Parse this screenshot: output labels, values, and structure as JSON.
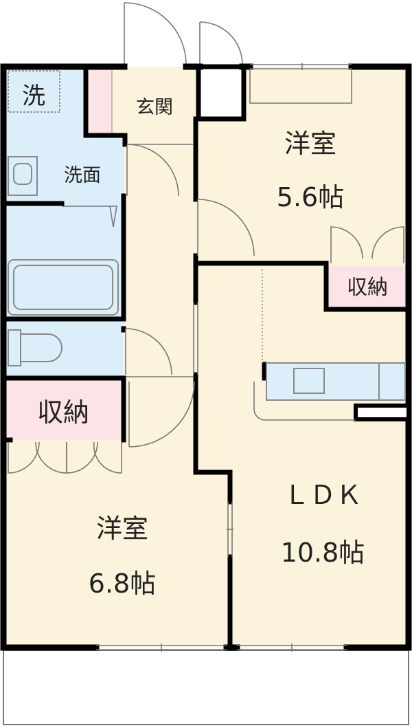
{
  "rooms": {
    "laundry": "洗",
    "entrance": "玄関",
    "washroom": "洗面",
    "western_room_1": {
      "name": "洋室",
      "size": "5.6帖"
    },
    "storage_1": "収納",
    "storage_2": "収納",
    "western_room_2": {
      "name": "洋室",
      "size": "6.8帖"
    },
    "ldk": {
      "name": "ＬＤＫ",
      "size": "10.8帖"
    }
  },
  "colors": {
    "room_floor": "#fcf3dc",
    "wet_area": "#dceef9",
    "storage": "#fbe3e6",
    "wall": "#000000"
  }
}
